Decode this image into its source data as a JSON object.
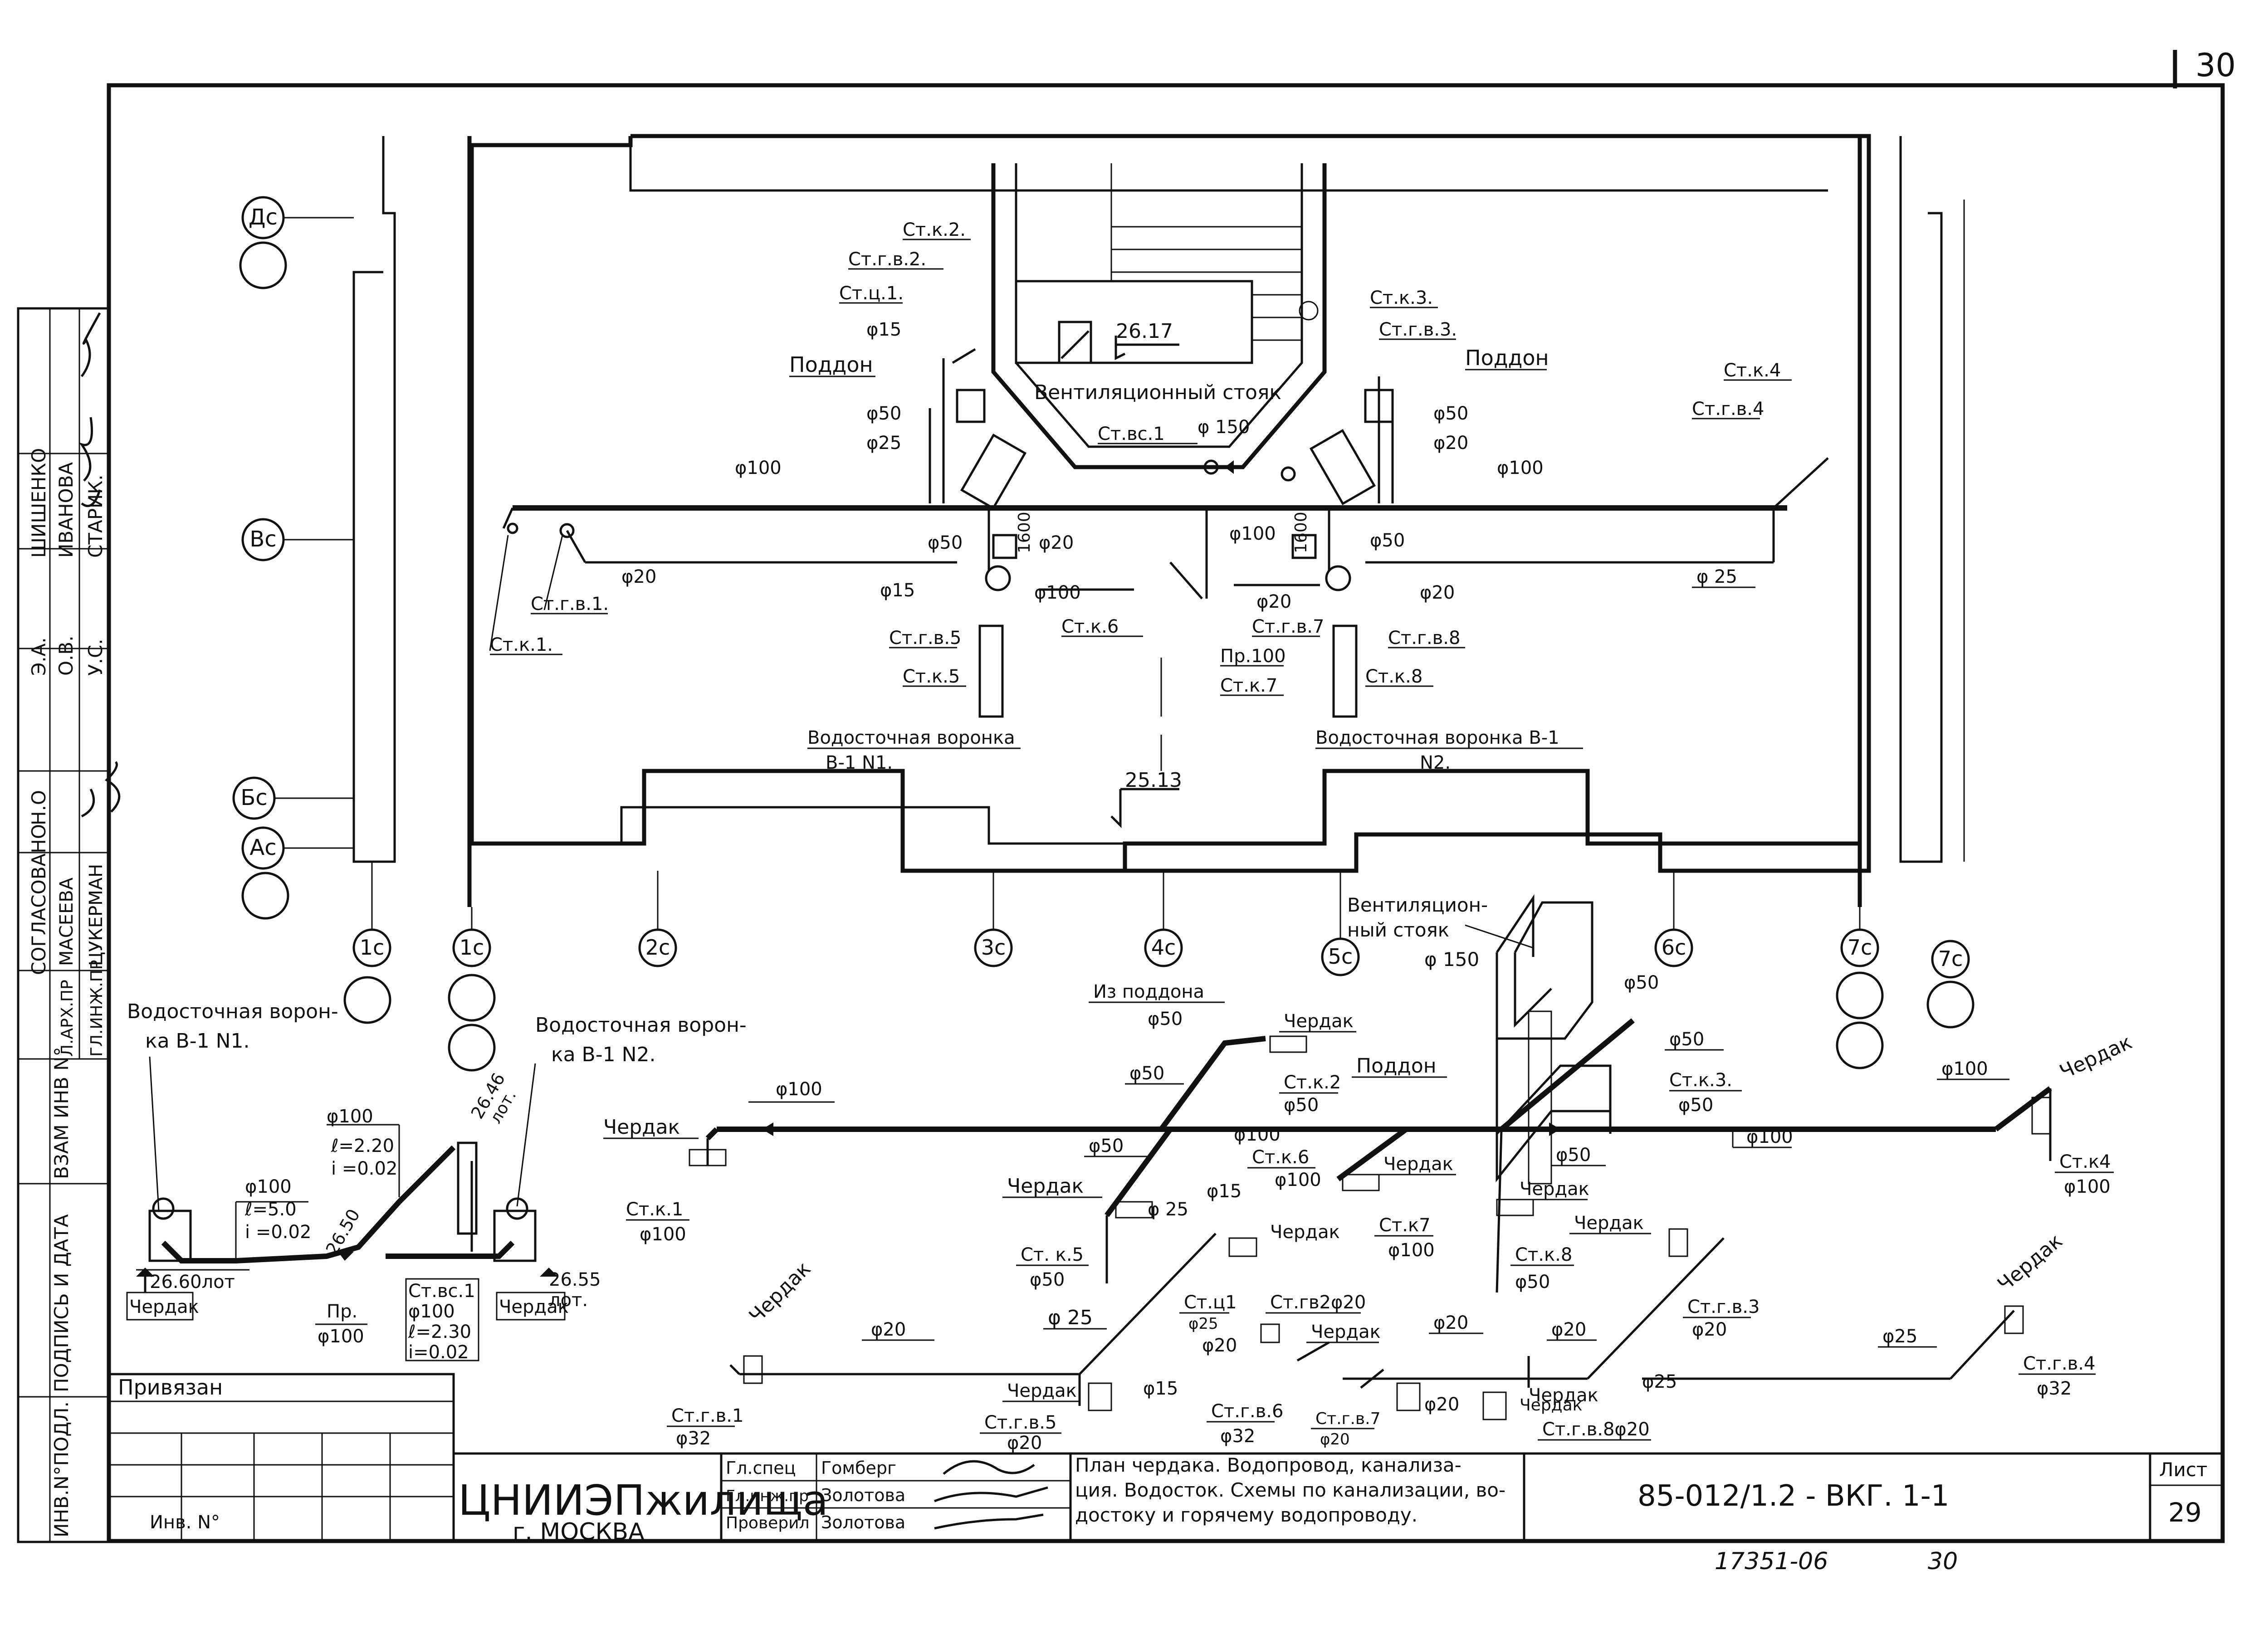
{
  "sheet_number_top": "30",
  "plan": {
    "axis_rows": [
      "Дс",
      "Вс",
      "Бс",
      "Ас"
    ],
    "axis_columns": [
      "1с",
      "1с",
      "2с",
      "3с",
      "4с",
      "5с",
      "6с",
      "7с",
      "7с"
    ],
    "level_top": "26.17",
    "level_bottom": "25.13",
    "vent_stack_label": "Вентиляционный стояк",
    "vent_stack_dia": "φ 150",
    "pallet_left": "Поддон",
    "pallet_right": "Поддон",
    "labels": {
      "stk2": "Ст.к.2.",
      "stgv2": "Ст.г.в.2.",
      "stc1": "Ст.ц.1.",
      "d15_a": "φ15",
      "d50_a": "φ50",
      "d25_a": "φ25",
      "d100_left": "φ100",
      "stvs1": "Ст.вс.1",
      "stk3": "Ст.к.3.",
      "stgv3": "Ст.г.в.3.",
      "d50_b": "φ50",
      "d20_b": "φ20",
      "d100_right": "φ100",
      "stk4": "Ст.к.4",
      "stgv4": "Ст.г.в.4",
      "d50_c": "φ50",
      "d1600_a": "1600",
      "d20_c": "φ20",
      "d100_c": "φ100",
      "d1600_b": "1600",
      "d50_d": "φ50",
      "d20_d": "φ20",
      "d15_b": "φ15",
      "d100_d": "φ100",
      "d20_e": "φ20",
      "d20_f": "φ20",
      "d25_b": "φ 25",
      "stgv1": "Ст.г.в.1.",
      "stk1": "Ст.к.1.",
      "stgv5": "Ст.г.в.5",
      "stk5": "Ст.к.5",
      "stk6": "Ст.к.6",
      "stgv7": "Ст.г.в.7",
      "pr100": "Пр.100",
      "stk7": "Ст.к.7",
      "stgv8": "Ст.г.в.8",
      "stk8": "Ст.к.8",
      "funnel1_a": "Водосточная воронка",
      "funnel1_b": "В-1  N1.",
      "funnel2_a": "Водосточная воронка В-1",
      "funnel2_b": "N2."
    }
  },
  "storm": {
    "funnel1_a": "Водосточная ворон-",
    "funnel1_b": "ка  В-1  N1.",
    "funnel2_a": "Водосточная ворон-",
    "funnel2_b": "ка  В-1  N2.",
    "d100_a": "φ100",
    "l220": "ℓ=2.20",
    "i002_a": "i =0.02",
    "d100_b": "φ100",
    "l50": "ℓ=5.0",
    "i002_b": "i =0.02",
    "d50": "26.50",
    "lvl2646": "26.46",
    "lot1": "лот.",
    "lvl2660": "26.60лот",
    "cherdak1": "Чердак",
    "pr": "Пр.",
    "d100_pr": "φ100",
    "stvs1": "Ст.вс.1",
    "d100_c": "φ100",
    "l230": "ℓ=2.30",
    "i002_c": "i=0.02",
    "cherdak2": "Чердак",
    "lvl2655": "26.55",
    "lot2": "лот."
  },
  "vent": {
    "label_a": "Вентиляцион-",
    "label_b": "ный  стояк",
    "dia": "φ 150"
  },
  "sewer": {
    "from_pallet": "Из поддона",
    "d50_top": "φ50",
    "cherdak_top": "Чердак",
    "stk2": "Ст.к.2",
    "d50_k2": "φ50",
    "d100_main": "φ100",
    "cherdak_k1": "Чердак",
    "stk1": "Ст.к.1",
    "d100_k1": "φ100",
    "d50_a": "φ50",
    "d100_mid": "φ100",
    "pallet": "Поддон",
    "d50_pal": "φ50",
    "d50_pal2": "φ50",
    "stk3": "Ст.к.3.",
    "d50_k3": "φ50",
    "d100_right": "φ100",
    "cherdak_right": "Чердак",
    "d100_arrow": "φ100",
    "stk4": "Ст.к4",
    "d100_k4": "φ100",
    "d50_b": "φ50",
    "stk6": "Ст.к.6",
    "d100_k6": "φ100",
    "cherdak_k6": "Чердак",
    "d50_c": "φ50",
    "cherdak_k8": "Чердак",
    "cherdak_k5": "Чердак",
    "stk5": "Ст. к.5",
    "d50_k5": "φ50",
    "stk7": "Ст.к7",
    "d100_k7": "φ100",
    "stk8": "Ст.к.8",
    "d50_k8": "φ50"
  },
  "hot_water": {
    "d15_a": "φ15",
    "cherdak_a": "Чердак",
    "d25_a": "φ 25",
    "cherdak_b": "Чердак",
    "d25_b": "φ 25",
    "d20_a": "φ20",
    "cherdak_c": "Чердак",
    "stc1": "Ст.ц1",
    "d25_c": "φ25",
    "stgv2": "Ст.гв2φ20",
    "d20_b": "φ20",
    "cherdak_d": "Чердак",
    "d20_c": "φ20",
    "d20_d": "φ20",
    "stgv3": "Ст.г.в.3",
    "d20_e": "φ20",
    "d25_d": "φ25",
    "cherdak_e": "Чердак",
    "cherdak_f": "Чердак",
    "stgv1": "Ст.г.в.1",
    "d32_a": "φ32",
    "cherdak_g": "Чердак",
    "d15_b": "φ15",
    "stgv5": "Ст.г.в.5",
    "d20_f": "φ20",
    "stgv6": "Ст.г.в.6",
    "d32_b": "φ32",
    "stgv7": "Ст.г.в.7",
    "d20_g": "φ20",
    "d20_h": "φ20",
    "cherdak_h": "Чердак",
    "stgv8": "Ст.г.в.8φ20",
    "d25_e": "φ25",
    "stgv4": "Ст.г.в.4",
    "d32_c": "φ32"
  },
  "sidebar": {
    "row1": [
      "Э.А.",
      "ШИШЕНКО"
    ],
    "row2": [
      "О.В.",
      "ИВАНОВА"
    ],
    "row3": [
      "У.С.",
      "СТАРИК."
    ],
    "h_o": "Н.О",
    "sogl": "СОГЛАСОВАНО",
    "arch": [
      "Л.АРХ.ПР",
      "МАСЕЕВА"
    ],
    "gip": [
      "ГЛ.ИНЖ.ПР",
      "ЦУКЕРМАН"
    ],
    "vzam": "ВЗАМ ИНВ N°",
    "podp": "ПОДПИСЬ И ДАТА",
    "inv": "ИНВ.N°ПОДЛ."
  },
  "title_block": {
    "privyazan": "Привязан",
    "inv_no": "Инв. N°",
    "org": "ЦНИИЭПжилища",
    "city": "г. МОСКВА",
    "roles": [
      "Гл.спец",
      "Гл.инж.пр",
      "Проверил"
    ],
    "names": [
      "Гомберг",
      "Золотова",
      "Золотова"
    ],
    "title": [
      "План чердака. Водопровод, канализа-",
      "ция. Водосток. Схемы по канализации, во-",
      "достоку и горячему водопроводу."
    ],
    "code": "85-012/1.2 - ВКГ. 1-1",
    "sheet_label": "Лист",
    "sheet": "29",
    "footer_left": "17351-06",
    "footer_right": "30"
  }
}
